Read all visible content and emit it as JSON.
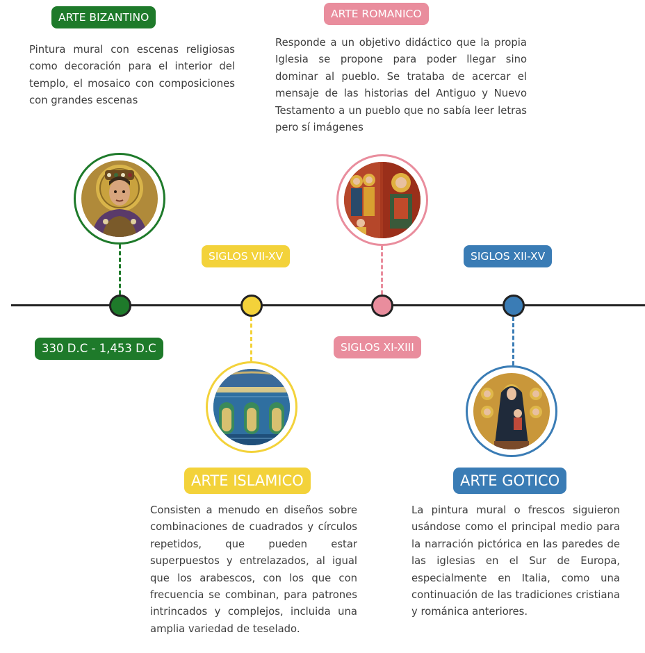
{
  "colors": {
    "bizantino": "#1e7a2a",
    "islamico": "#f3d23a",
    "romanico": "#e98d9d",
    "gotico": "#3a7cb5"
  },
  "periods": {
    "bizantino": {
      "title": "ARTE BIZANTINO",
      "dates": "330 D.C - 1,453 D.C",
      "description": "Pintura mural con escenas religiosas como decoración para el interior del templo, el mosaico con composiciones con grandes escenas"
    },
    "romanico": {
      "title": "ARTE ROMANICO",
      "dates": "SIGLOS XI-XIII",
      "description": "Responde a un objetivo didáctico que la propia Iglesia se propone para poder llegar sino dominar al pueblo. Se trataba de acercar el mensaje de las historias del Antiguo y Nuevo Testamento a un pueblo que no sabía leer letras pero sí imágenes"
    },
    "islamico": {
      "title": "ARTE ISLAMICO",
      "dates": "SIGLOS VII-XV",
      "description": "Consisten a menudo en diseños sobre combinaciones de cuadrados y círculos repetidos, que pueden estar superpuestos y entrelazados, al igual que los arabescos, con los que con frecuencia se combinan, para patrones intrincados y complejos, incluida una amplia variedad de teselado."
    },
    "gotico": {
      "title": "ARTE GOTICO",
      "dates": "SIGLOS XII-XV",
      "description": "La pintura mural o frescos siguieron usándose como el principal medio para la narración pictórica en las paredes de las iglesias en el Sur de Europa, especialmente en Italia, como una continuación de las tradiciones cristiana y románica anteriores."
    }
  }
}
